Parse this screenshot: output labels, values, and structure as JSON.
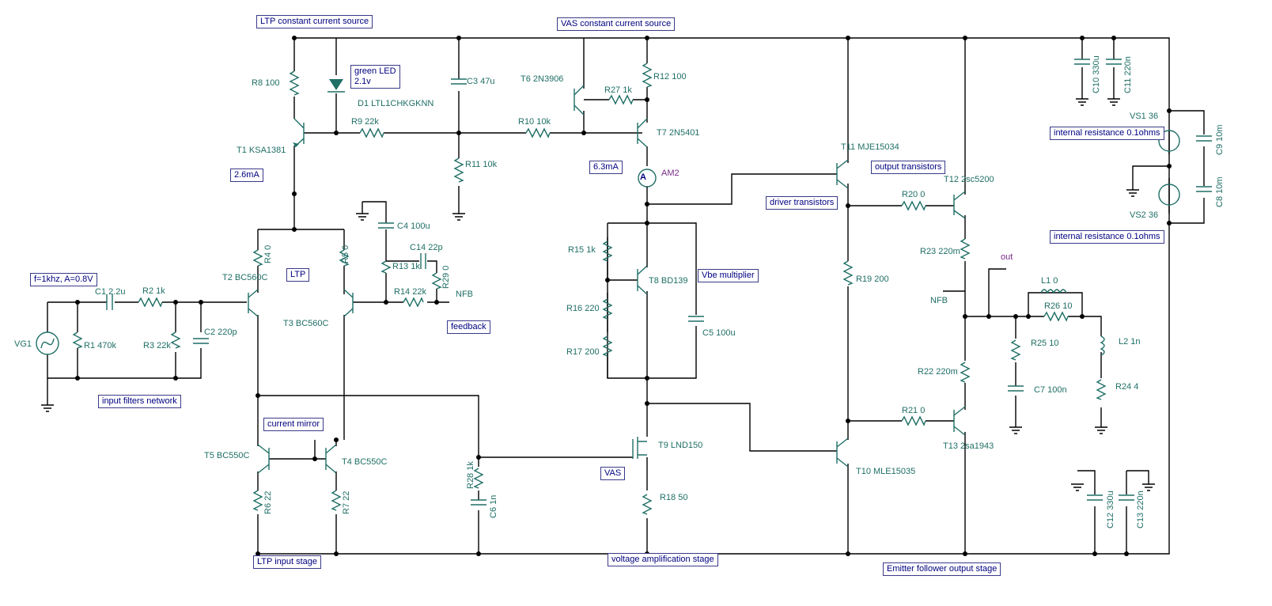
{
  "annotations": {
    "ltp_ccs": "LTP constant current source",
    "vas_ccs": "VAS constant current source",
    "green_led": "green LED",
    "led_voltage": "2.1v",
    "ltp_current": "2.6mA",
    "vas_current": "6.3mA",
    "signal": "f=1khz, A=0.8V",
    "ltp": "LTP",
    "current_mirror": "current mirror",
    "input_filters": "input filters network",
    "feedback": "feedback",
    "vbe_multiplier": "Vbe multiplier",
    "vas": "VAS",
    "driver_transistors": "driver transistors",
    "output_transistors": "output transistors",
    "internal_res_1": "internal resistance 0.1ohms",
    "internal_res_2": "internal resistance 0.1ohms",
    "ltp_input_stage": "LTP input stage",
    "voltage_amp_stage": "voltage amplification stage",
    "ef_output_stage": "Emitter follower output stage"
  },
  "components": {
    "R8": "R8 100",
    "D1": "D1 LTL1CHKGKNN",
    "R9": "R9 22k",
    "T1": "T1 KSA1381",
    "C3": "C3 47u",
    "R11": "R11 10k",
    "R10": "R10 10k",
    "T6": "T6 2N3906",
    "R27": "R27 1k",
    "R12": "R12 100",
    "T7": "T7 2N5401",
    "AM2": "AM2",
    "R4": "R4 0",
    "R5": "R5 0",
    "T2": "T2 BC560C",
    "T3": "T3 BC560C",
    "C4": "C4 100u",
    "C14": "C14 22p",
    "R13": "R13 1k",
    "R29": "R29 0",
    "R14": "R14 22k",
    "NFB_in": "NFB",
    "C1": "C1 2.2u",
    "R2": "R2 1k",
    "R1": "R1 470k",
    "R3": "R3 22k",
    "C2": "C2 220p",
    "VG1": "VG1",
    "T5": "T5 BC550C",
    "T4": "T4 BC550C",
    "R6": "R6 22",
    "R7": "R7 22",
    "R15": "R15 1k",
    "R16": "R16 220",
    "R17": "R17 200",
    "T8": "T8 BD139",
    "C5": "C5 100u",
    "T9": "T9 LND150",
    "R28": "R28 1k",
    "C6": "C6 1n",
    "R18": "R18 50",
    "T11": "T11 MJE15034",
    "T10": "T10 MLE15035",
    "R19": "R19 200",
    "R20": "R20 0",
    "R21": "R21 0",
    "T12": "T12 2sc5200",
    "T13": "T13 2sa1943",
    "R23": "R23 220m",
    "R22": "R22 220m",
    "NFB_out": "NFB",
    "out": "out",
    "L1": "L1 0",
    "R26": "R26 10",
    "R25": "R25 10",
    "C7": "C7 100n",
    "L2": "L2 1n",
    "R24": "R24 4",
    "C10": "C10 330u",
    "C11": "C11 220n",
    "VS1": "VS1 36",
    "VS2": "VS2 36",
    "C9": "C9 10m",
    "C8": "C8 10m",
    "C12": "C12 330u",
    "C13": "C13 220n"
  },
  "colors": {
    "wire": "#000000",
    "component": "#1f6f66",
    "label_box": "#000080",
    "meter": "#7a2a8a"
  }
}
